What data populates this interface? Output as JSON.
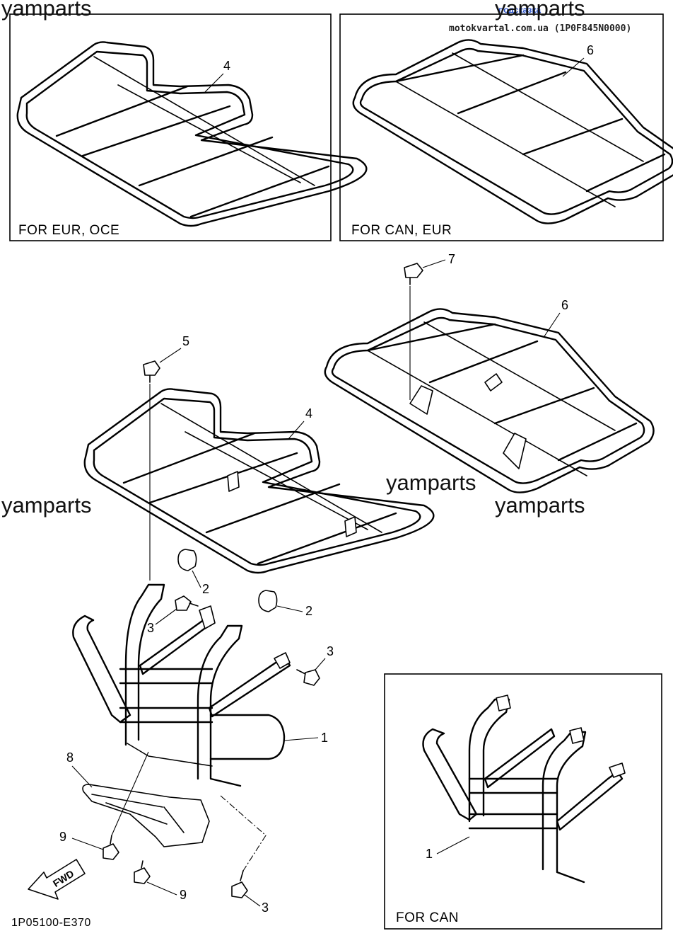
{
  "header": {
    "site": "motokvartal.com.ua (1P0F845N0000)",
    "link": "подсказка"
  },
  "watermarks": [
    "yamparts",
    "yamparts",
    "yamparts",
    "yamparts",
    "yamparts"
  ],
  "panels": {
    "top_left": {
      "caption": "FOR EUR, OCE",
      "callouts": [
        "4"
      ]
    },
    "top_right": {
      "caption": "FOR CAN, EUR",
      "callouts": [
        "6"
      ]
    },
    "bottom_right": {
      "caption": "FOR CAN",
      "callouts": [
        "1"
      ]
    }
  },
  "main_callouts": {
    "c7": "7",
    "c6": "6",
    "c5": "5",
    "c4": "4",
    "c2a": "2",
    "c3a": "3",
    "c2b": "2",
    "c3b": "3",
    "c1": "1",
    "c8": "8",
    "c9a": "9",
    "c9b": "9",
    "c3c": "3"
  },
  "fwd_label": "FWD",
  "reference": "1P05100-E370",
  "colors": {
    "line": "#000000",
    "link": "#2a52c9",
    "background": "#ffffff"
  }
}
